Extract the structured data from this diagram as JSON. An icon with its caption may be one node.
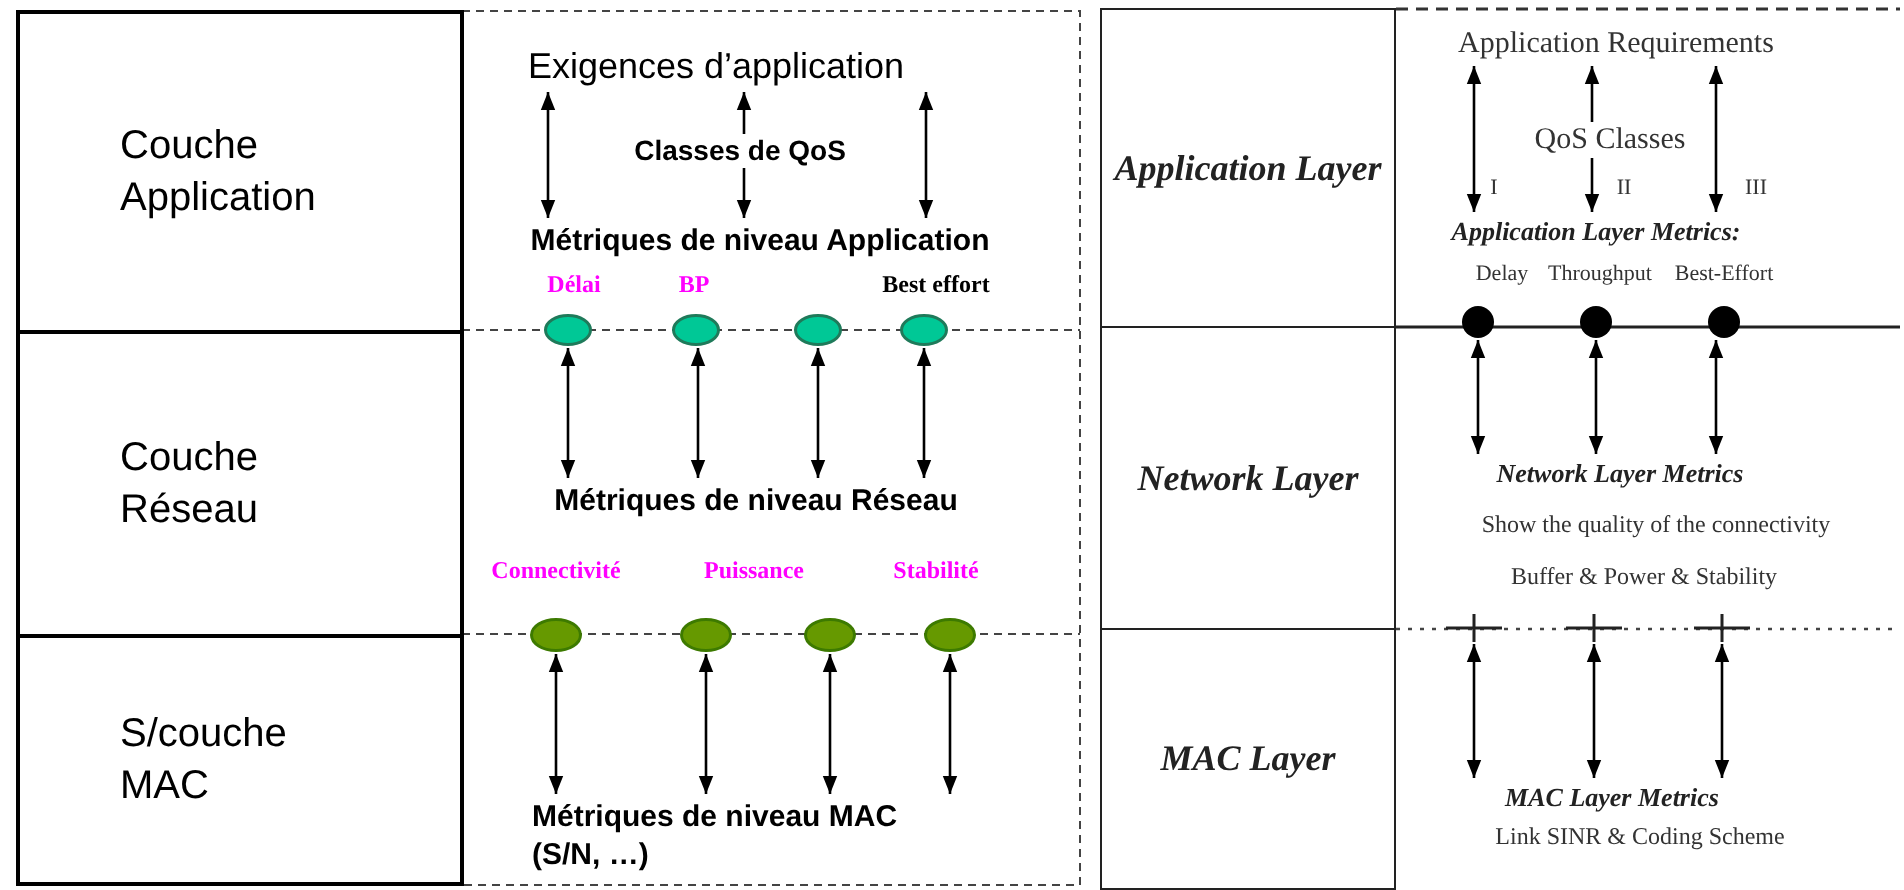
{
  "diagram": {
    "nodes": [
      {
        "text": [
          "Couche Application"
        ]
      },
      {
        "text": [
          "Couche Réseau"
        ]
      },
      {
        "text": [
          "S/couche MAC"
        ]
      },
      {
        "text": [
          "Exigences d’application"
        ]
      },
      {
        "text": [
          "Métriques de niveau Application"
        ]
      },
      {
        "text": [],
        "shape": "ellipse"
      },
      {
        "text": [],
        "shape": "ellipse"
      },
      {
        "text": [],
        "shape": "ellipse"
      },
      {
        "text": [],
        "shape": "ellipse"
      },
      {
        "text": [
          "Métriques de niveau Réseau"
        ]
      },
      {
        "text": [],
        "shape": "ellipse"
      },
      {
        "text": [],
        "shape": "ellipse"
      },
      {
        "text": [],
        "shape": "ellipse"
      },
      {
        "text": [],
        "shape": "ellipse"
      },
      {
        "text": [
          "Métriques de niveau MAC (S/N, …)"
        ]
      },
      {
        "text": [
          "Application Layer"
        ]
      },
      {
        "text": [
          "Network Layer"
        ]
      },
      {
        "text": [
          "MAC Layer"
        ]
      },
      {
        "text": [
          "Application Requirements"
        ]
      },
      {
        "text": [
          "Application Layer Metrics:"
        ]
      },
      {
        "text": [],
        "shape": "circle"
      },
      {
        "text": [],
        "shape": "circle"
      },
      {
        "text": [],
        "shape": "circle"
      },
      {
        "text": [
          "Network Layer Metrics"
        ]
      },
      {
        "text": [],
        "shape": "cross"
      },
      {
        "text": [],
        "shape": "cross"
      },
      {
        "text": [],
        "shape": "cross"
      },
      {
        "text": [
          "MAC Layer Metrics"
        ]
      }
    ],
    "edges": [
      {
        "from": 3,
        "to": 4,
        "arrow": "both"
      },
      {
        "from": 3,
        "to": 4,
        "arrow": "both"
      },
      {
        "from": 3,
        "to": 4,
        "arrow": "both"
      },
      {
        "from": 5,
        "to": 9,
        "arrow": "both"
      },
      {
        "from": 6,
        "to": 9,
        "arrow": "both"
      },
      {
        "from": 7,
        "to": 9,
        "arrow": "both"
      },
      {
        "from": 8,
        "to": 9,
        "arrow": "both"
      },
      {
        "from": 10,
        "to": 14,
        "arrow": "both"
      },
      {
        "from": 11,
        "to": 14,
        "arrow": "both"
      },
      {
        "from": 12,
        "to": 14,
        "arrow": "both"
      },
      {
        "from": 13,
        "to": 14,
        "arrow": "both"
      },
      {
        "from": 18,
        "to": 19,
        "arrow": "both"
      },
      {
        "from": 18,
        "to": 19,
        "arrow": "both"
      },
      {
        "from": 18,
        "to": 19,
        "arrow": "both"
      },
      {
        "from": 20,
        "to": 23,
        "arrow": "both"
      },
      {
        "from": 21,
        "to": 23,
        "arrow": "both"
      },
      {
        "from": 22,
        "to": 23,
        "arrow": "both"
      },
      {
        "from": 24,
        "to": 27,
        "arrow": "both"
      },
      {
        "from": 25,
        "to": 27,
        "arrow": "both"
      },
      {
        "from": 26,
        "to": 27,
        "arrow": "both"
      }
    ],
    "labels": [
      "Classes de QoS",
      "Délai",
      "BP",
      "Best effort",
      "Connectivité",
      "Puissance",
      "Stabilité",
      "QoS Classes",
      "I",
      "II",
      "III",
      "Delay",
      "Throughput",
      "Best-Effort",
      "Show the quality of the connectivity",
      "Buffer & Power & Stability",
      "Link SINR & Coding Scheme"
    ]
  }
}
